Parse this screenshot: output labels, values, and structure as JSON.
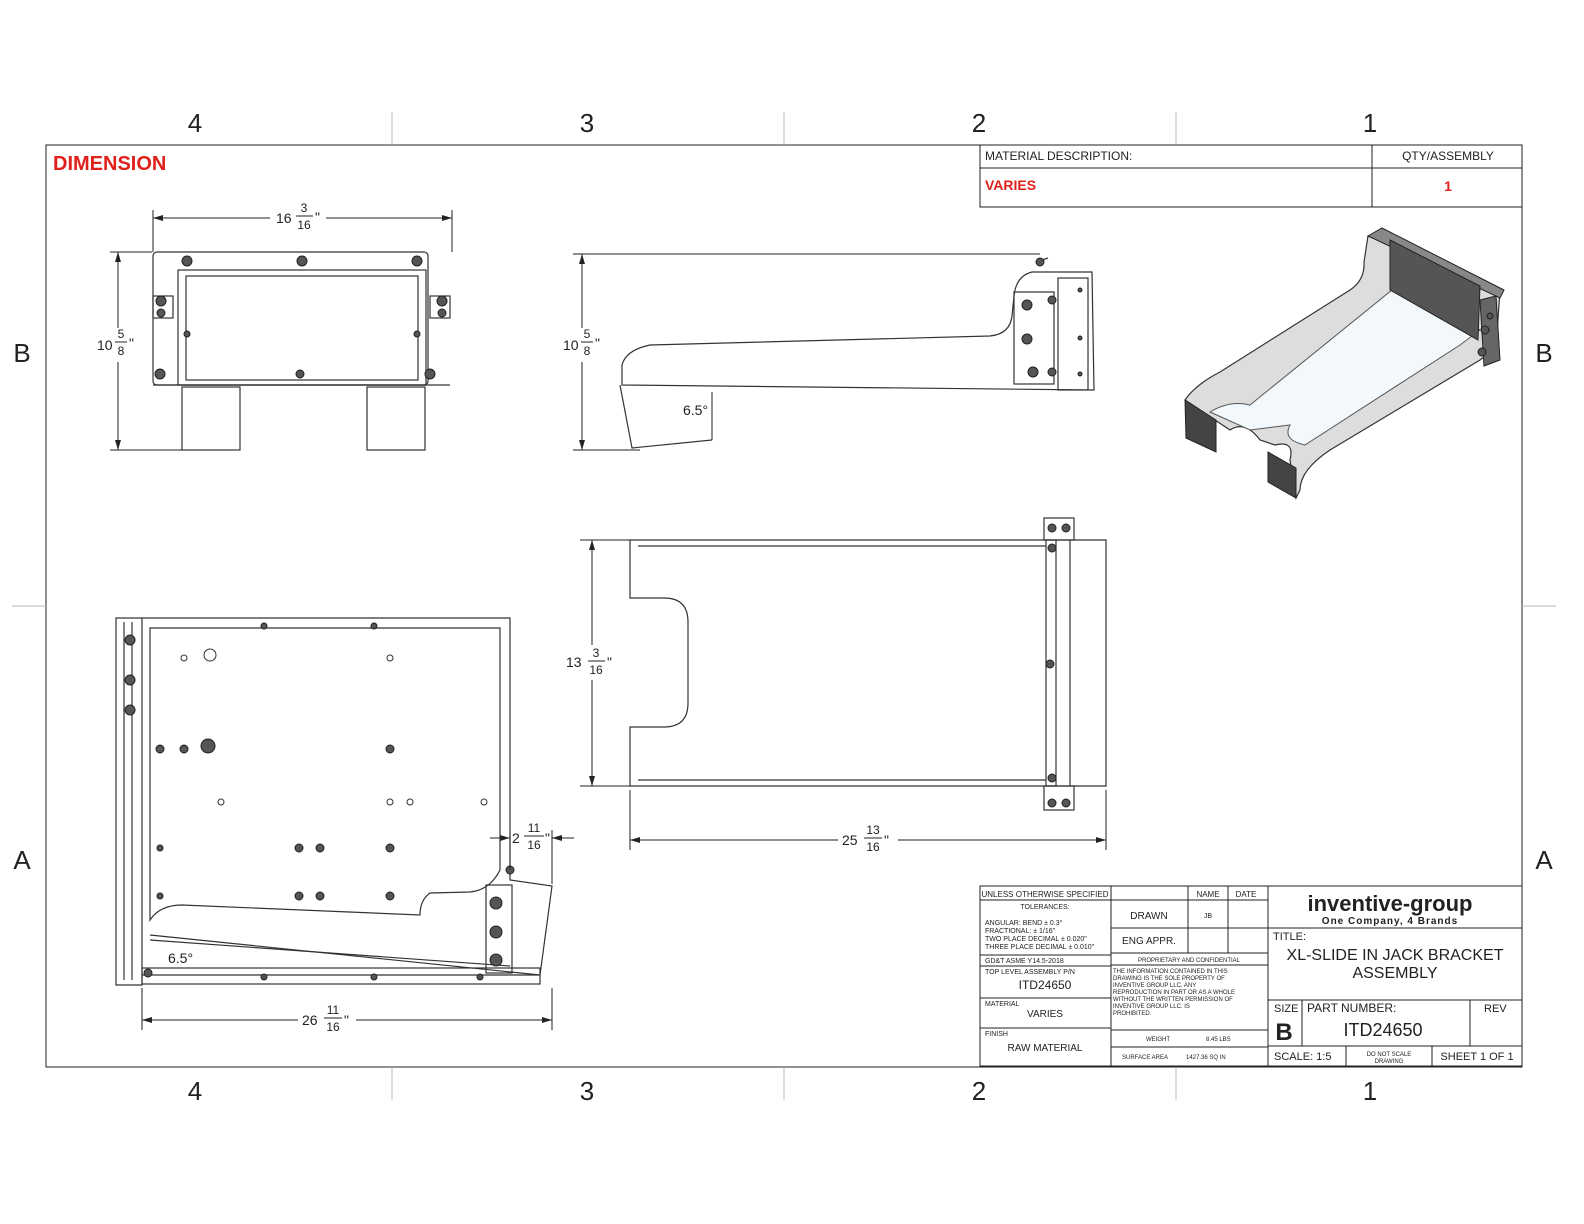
{
  "zones": {
    "columns": [
      "4",
      "3",
      "2",
      "1"
    ],
    "rows": [
      "B",
      "A"
    ]
  },
  "heading": "DIMENSION",
  "material_block": {
    "description_label": "MATERIAL DESCRIPTION:",
    "qty_label": "QTY/ASSEMBLY",
    "description_value": "VARIES",
    "qty_value": "1"
  },
  "dimensions": {
    "front_width": {
      "whole": "16",
      "num": "3",
      "den": "16",
      "unit": "\""
    },
    "front_height": {
      "whole": "10",
      "num": "5",
      "den": "8",
      "unit": "\""
    },
    "side_height": {
      "whole": "10",
      "num": "5",
      "den": "8",
      "unit": "\""
    },
    "side_angle": "6.5°",
    "top_height": {
      "whole": "13",
      "num": "3",
      "den": "16",
      "unit": "\""
    },
    "top_length": {
      "whole": "25",
      "num": "13",
      "den": "16",
      "unit": "\""
    },
    "plan_offset": {
      "whole": "2",
      "num": "11",
      "den": "16",
      "unit": "\""
    },
    "plan_angle": "6.5°",
    "plan_length": {
      "whole": "26",
      "num": "11",
      "den": "16",
      "unit": "\""
    }
  },
  "title_block": {
    "unless_specified": "UNLESS OTHERWISE SPECIFIED",
    "tolerances": "TOLERANCES:",
    "tol_lines": [
      "ANGULAR:    BEND  ±  0.3°",
      "FRACTIONAL:         ±  1/16\"",
      "TWO PLACE DECIMAL  ±  0.020\"",
      "THREE PLACE DECIMAL ±  0.010\""
    ],
    "standard": "GD&T ASME Y14.5-2018",
    "top_level_label": "TOP LEVEL ASSEMBLY P/N",
    "top_level_value": "ITD24650",
    "material_label": "MATERIAL",
    "material_value": "VARIES",
    "finish_label": "FINISH",
    "finish_value": "RAW MATERIAL",
    "name_col": "NAME",
    "date_col": "DATE",
    "drawn_label": "DRAWN",
    "drawn_name": "JB",
    "eng_label": "ENG APPR.",
    "proprietary_label": "PROPRIETARY AND CONFIDENTIAL",
    "proprietary_text": [
      "THE INFORMATION CONTAINED IN THIS",
      "DRAWING IS THE SOLE PROPERTY OF",
      "INVENTIVE GROUP LLC. ANY",
      "REPRODUCTION IN PART OR AS A WHOLE",
      "WITHOUT THE WRITTEN PERMISSION OF",
      "INVENTIVE GROUP LLC. IS",
      "PROHIBITED."
    ],
    "weight_label": "WEIGHT",
    "weight_value": "8.45   LBS",
    "surface_label": "SURFACE AREA",
    "surface_value": "1427.36   SQ IN",
    "company": "inventive-group",
    "tagline": "One Company, 4 Brands",
    "title_label": "TITLE:",
    "title_lines": [
      "XL-SLIDE IN JACK BRACKET",
      "ASSEMBLY"
    ],
    "size_label": "SIZE",
    "size_value": "B",
    "part_label": "PART NUMBER:",
    "part_value": "ITD24650",
    "rev_label": "REV",
    "scale": "SCALE: 1:5",
    "do_not_scale": [
      "DO NOT SCALE",
      "DRAWING"
    ],
    "sheet": "SHEET 1 OF 1"
  }
}
